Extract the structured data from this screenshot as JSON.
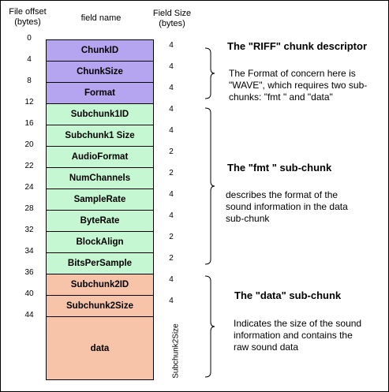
{
  "headers": {
    "file_offset": "File offset\n(bytes)",
    "field_name": "field name",
    "field_size": "Field Size\n(bytes)"
  },
  "colors": {
    "riff": "#b5a4f0",
    "fmt": "#c4f7d2",
    "data": "#f7c3a9"
  },
  "offsets": [
    "0",
    "4",
    "8",
    "12",
    "16",
    "20",
    "22",
    "24",
    "28",
    "32",
    "34",
    "36",
    "40",
    "44"
  ],
  "fields": [
    {
      "name": "ChunkID",
      "size": "4",
      "group": "riff"
    },
    {
      "name": "ChunkSize",
      "size": "4",
      "group": "riff"
    },
    {
      "name": "Format",
      "size": "4",
      "group": "riff"
    },
    {
      "name": "Subchunk1ID",
      "size": "4",
      "group": "fmt"
    },
    {
      "name": "Subchunk1 Size",
      "size": "4",
      "group": "fmt"
    },
    {
      "name": "AudioFormat",
      "size": "2",
      "group": "fmt"
    },
    {
      "name": "NumChannels",
      "size": "2",
      "group": "fmt"
    },
    {
      "name": "SampleRate",
      "size": "4",
      "group": "fmt"
    },
    {
      "name": "ByteRate",
      "size": "4",
      "group": "fmt"
    },
    {
      "name": "BlockAlign",
      "size": "2",
      "group": "fmt"
    },
    {
      "name": "BitsPerSample",
      "size": "2",
      "group": "fmt"
    },
    {
      "name": "Subchunk2ID",
      "size": "4",
      "group": "data"
    },
    {
      "name": "Subchunk2Size",
      "size": "4",
      "group": "data"
    },
    {
      "name": "data",
      "size": "Subchunk2Size",
      "group": "data"
    }
  ],
  "sections": {
    "riff": {
      "title": "The \"RIFF\" chunk descriptor",
      "description": "The Format of concern here is \"WAVE\", which requires two sub-chunks: \"fmt \" and \"data\""
    },
    "fmt": {
      "title": "The \"fmt \" sub-chunk",
      "description": "describes the format of the sound information in the data sub-chunk"
    },
    "data": {
      "title": "The \"data\" sub-chunk",
      "description": "Indicates the size of the sound information and contains the raw sound data"
    }
  }
}
